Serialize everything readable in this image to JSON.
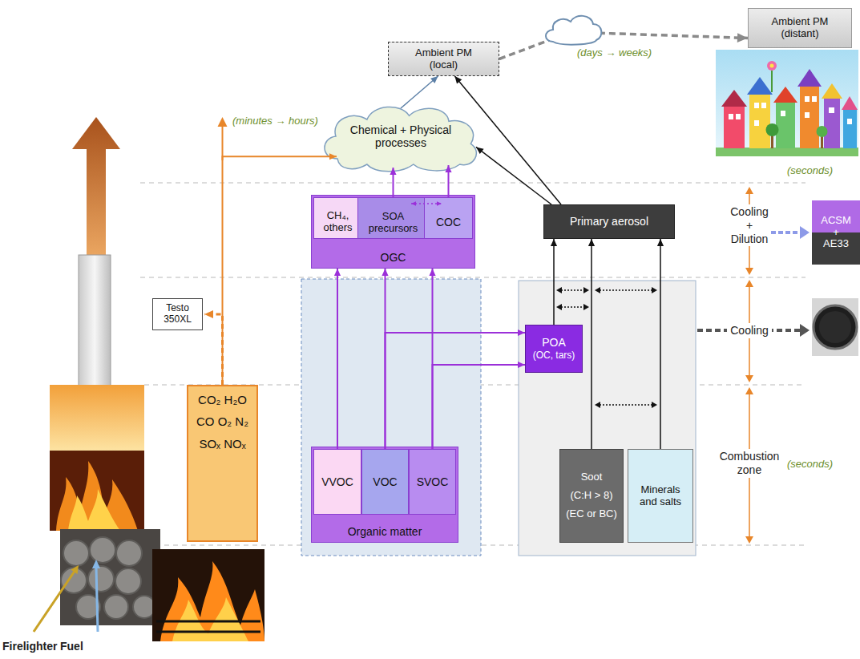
{
  "diagram": {
    "nodes": [
      {
        "text": [
          "Ambient PM (local)"
        ]
      },
      {
        "text": [
          "Ambient PM (distant)"
        ]
      },
      {
        "text": [
          "Chemical + Physical processes"
        ]
      },
      {
        "text": [
          "Testo 350XL"
        ]
      },
      {
        "text": [
          "CO₂ H₂O",
          "CO O₂ N₂",
          "SOₓ NOₓ"
        ]
      },
      {
        "text": [
          "OGC"
        ]
      },
      {
        "text": [
          "CH₄, others"
        ],
        "in": 5
      },
      {
        "text": [
          "SOA precursors"
        ],
        "in": 5
      },
      {
        "text": [
          "COC"
        ],
        "in": 5
      },
      {
        "text": [
          "Organic matter"
        ]
      },
      {
        "text": [
          "VVOC"
        ],
        "in": 9
      },
      {
        "text": [
          "VOC"
        ],
        "in": 9
      },
      {
        "text": [
          "SVOC"
        ],
        "in": 9
      },
      {
        "text": [
          "Primary aerosol"
        ]
      },
      {
        "text": [
          "POA",
          "(OC, tars)"
        ]
      },
      {
        "text": [
          "Soot",
          "(C:H > 8)",
          "(EC or BC)"
        ]
      },
      {
        "text": [
          "Minerals and salts"
        ]
      },
      {
        "text": [
          "ACSM",
          "+",
          "AE33"
        ]
      }
    ],
    "edges": [
      {
        "from": 4,
        "to": 3,
        "arrow": "to"
      },
      {
        "from": 4,
        "to": 2,
        "arrow": "to"
      },
      {
        "from": 10,
        "to": 5,
        "arrow": "to"
      },
      {
        "from": 11,
        "to": 5,
        "arrow": "to"
      },
      {
        "from": 12,
        "to": 5,
        "arrow": "to"
      },
      {
        "from": 11,
        "to": 14,
        "arrow": "to"
      },
      {
        "from": 12,
        "to": 14,
        "arrow": "to"
      },
      {
        "from": 7,
        "to": 8,
        "arrow": "both"
      },
      {
        "from": 7,
        "to": 2,
        "arrow": "to"
      },
      {
        "from": 8,
        "to": 2,
        "arrow": "to"
      },
      {
        "from": 2,
        "to": 0,
        "arrow": "to"
      },
      {
        "from": 13,
        "to": 0,
        "arrow": "to"
      },
      {
        "from": 13,
        "to": 2,
        "arrow": "to"
      },
      {
        "from": 14,
        "to": 13,
        "arrow": "to"
      },
      {
        "from": 15,
        "to": 13,
        "arrow": "to"
      },
      {
        "from": 16,
        "to": 13,
        "arrow": "to"
      },
      {
        "from": 0,
        "to": 1,
        "arrow": "to"
      }
    ],
    "labels": [
      "(minutes → hours)",
      "(days → weeks)",
      "(seconds)",
      "Cooling + Dilution",
      "Cooling",
      "Combustion zone",
      "(seconds)",
      "Firelighter",
      "Fuel"
    ]
  }
}
